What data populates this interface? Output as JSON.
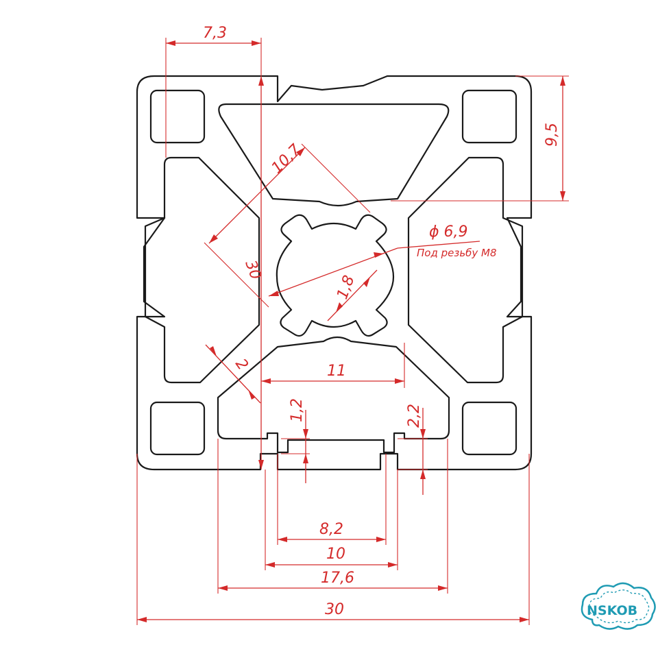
{
  "dimensions": {
    "top_slot_offset": "7,3",
    "slot_depth": "9,5",
    "diagonal_width": "10,7",
    "bore_diameter": "ϕ 6,9",
    "bore_note": "Под резьбу М8",
    "profile_height": "30",
    "center_keyway": "1,8",
    "wall_thickness": "2",
    "core_width": "11",
    "lip_thickness_small": "1,2",
    "lip_thickness_large": "2,2",
    "slot_opening_inner": "8,2",
    "slot_opening": "10",
    "slot_width": "17,6",
    "profile_width": "30"
  },
  "logo": {
    "text": "NSKOB"
  },
  "colors": {
    "dimension": "#d42a2a",
    "outline": "#1a1a1a",
    "logo": "#1f9bb3"
  }
}
